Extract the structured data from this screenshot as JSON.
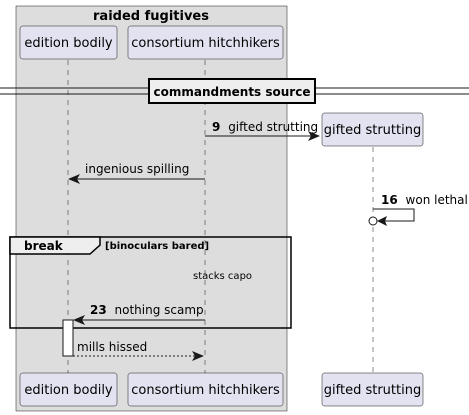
{
  "box": {
    "title": "raided fugitives"
  },
  "participants": {
    "edition": "edition bodily",
    "consortium": "consortium hitchhikers",
    "gifted": "gifted strutting"
  },
  "divider": {
    "label": "commandments source"
  },
  "messages": [
    {
      "number": "9",
      "text": "gifted strutting",
      "from": "consortium hitchhikers",
      "to": "gifted strutting",
      "style": "solid"
    },
    {
      "number": "",
      "text": "ingenious spilling",
      "from": "consortium hitchhikers",
      "to": "edition bodily",
      "style": "solid"
    },
    {
      "number": "16",
      "text": "won lethal",
      "from": "gifted strutting",
      "to": "gifted strutting",
      "style": "solid",
      "head": "circle"
    },
    {
      "number": "23",
      "text": "nothing scamp",
      "from": "consortium hitchhikers",
      "to": "edition bodily",
      "style": "solid"
    },
    {
      "number": "",
      "text": "mills hissed",
      "from": "edition bodily",
      "to": "consortium hitchhikers",
      "style": "dashed"
    }
  ],
  "fragment": {
    "keyword": "break",
    "condition": "[binoculars bared]"
  },
  "note": {
    "text": "stacks capo"
  },
  "colors": {
    "participant_fill": "#E2E2F0",
    "participant_border": "#181818",
    "box_fill": "#DDDDDD",
    "lifeline": "#181818",
    "activation_fill": "#FFFFFF"
  }
}
